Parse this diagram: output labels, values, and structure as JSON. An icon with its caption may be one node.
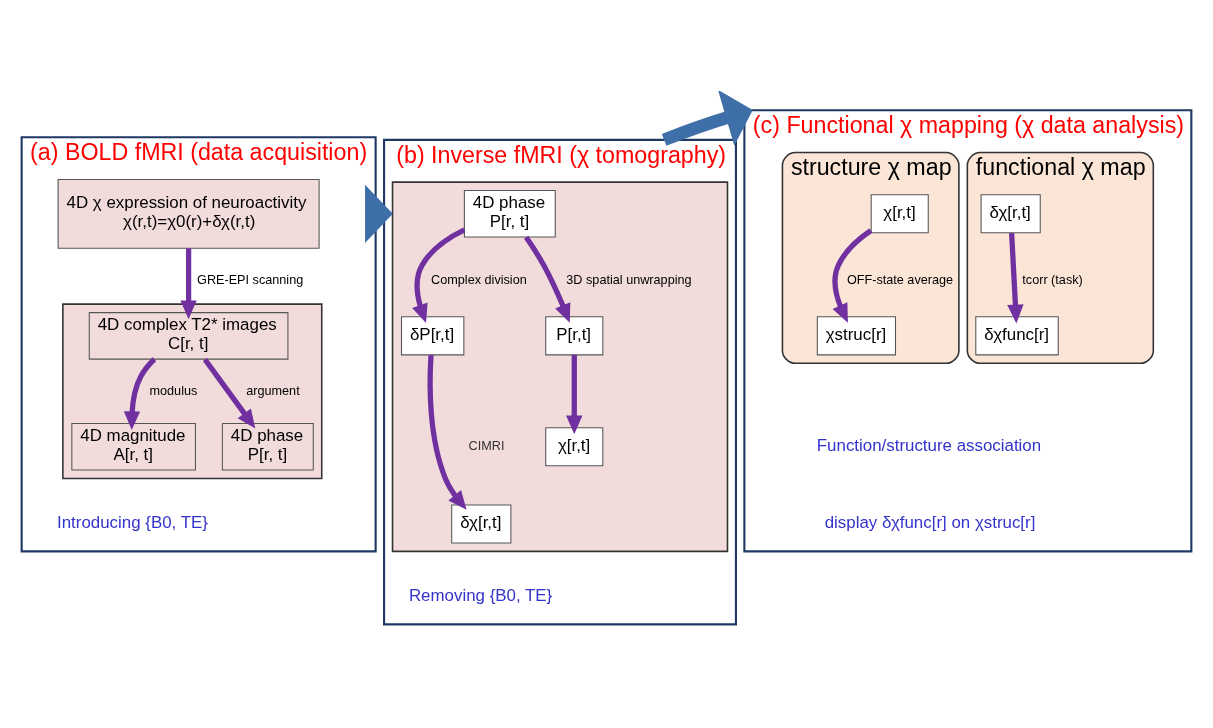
{
  "diagram": {
    "nodes": [
      {
        "text": [
          "(a) BOLD fMRI (data acquisition)"
        ]
      },
      {
        "text": [
          "4D χ expression of neuroactivity",
          "χ(r,t)=χ0(r)+δχ(r,t)"
        ],
        "in": 0
      },
      {
        "text": [],
        "shape": "box",
        "in": 0
      },
      {
        "text": [
          "4D complex T2* images",
          "C[r, t]"
        ],
        "in": 2
      },
      {
        "text": [
          "4D magnitude",
          "A[r, t]"
        ],
        "in": 2
      },
      {
        "text": [
          "4D phase",
          "P[r, t]"
        ],
        "in": 2
      },
      {
        "text": [
          "Introducing {B0, TE}"
        ],
        "in": 0
      },
      {
        "text": [
          "(b) Inverse fMRI (χ tomography)"
        ]
      },
      {
        "text": [],
        "shape": "box",
        "in": 7
      },
      {
        "text": [
          "4D phase",
          "P[r, t]"
        ],
        "in": 8
      },
      {
        "text": [
          "δP[r,t]"
        ],
        "in": 8
      },
      {
        "text": [
          "P[r,t]"
        ],
        "in": 8
      },
      {
        "text": [
          "δχ[r,t]"
        ],
        "in": 8
      },
      {
        "text": [
          "χ[r,t]"
        ],
        "in": 8
      },
      {
        "text": [
          "Removing {B0, TE}"
        ],
        "in": 7
      },
      {
        "text": [
          "(c) Functional χ mapping (χ data analysis)"
        ]
      },
      {
        "text": [
          "functional χ map"
        ],
        "in": 15
      },
      {
        "text": [
          "δχ[r,t]"
        ],
        "in": 16
      },
      {
        "text": [
          "δχfunc[r]"
        ],
        "in": 16
      },
      {
        "text": [
          "structure χ map"
        ],
        "in": 15
      },
      {
        "text": [
          "χ[r,t]"
        ],
        "in": 19
      },
      {
        "text": [
          "χstruc[r]"
        ],
        "in": 19
      }
    ],
    "edges": [
      {
        "from": 0,
        "to": 7,
        "arrow": "to",
        "style": "thick",
        "color": "#3f6fa8"
      },
      {
        "from": 7,
        "to": 15,
        "arrow": "to",
        "style": "thick",
        "color": "#3f6fa8"
      },
      {
        "from": 1,
        "to": 3,
        "arrow": "to",
        "label": "GRE-EPI scanning"
      },
      {
        "from": 3,
        "to": 4,
        "arrow": "to",
        "label": "modulus"
      },
      {
        "from": 3,
        "to": 5,
        "arrow": "to",
        "label": "argument"
      },
      {
        "from": 9,
        "to": 10,
        "arrow": "to",
        "label": "Complex division"
      },
      {
        "from": 9,
        "to": 11,
        "arrow": "to",
        "label": "3D spatial unwrapping"
      },
      {
        "from": 10,
        "to": 12,
        "arrow": "to"
      },
      {
        "from": 11,
        "to": 13,
        "arrow": "to"
      },
      {
        "from": 17,
        "to": 18,
        "arrow": "to",
        "label": "tcorr (task)"
      },
      {
        "from": 20,
        "to": 21,
        "arrow": "to",
        "label": "OFF-state average"
      }
    ],
    "labels": [
      "CIMRI",
      "Function/structure association",
      "display δχfunc[r] on χstruc[r]"
    ]
  }
}
